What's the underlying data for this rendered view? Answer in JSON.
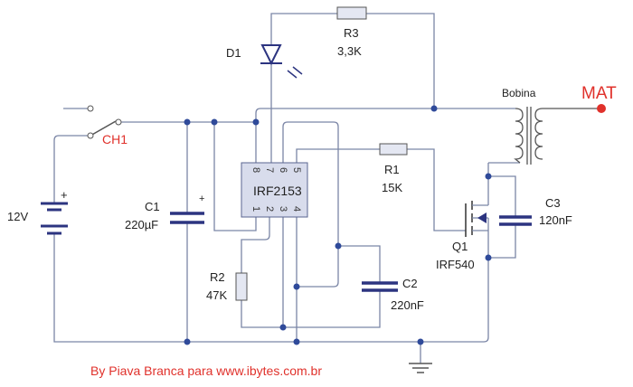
{
  "labels": {
    "d1": "D1",
    "r3": "R3",
    "r3v": "3,3K",
    "bobina": "Bobina",
    "mat": "MAT",
    "ch1": "CH1",
    "v12": "12V",
    "c1": "C1",
    "c1v": "220µF",
    "ic": "IRF2153",
    "r1": "R1",
    "r1v": "15K",
    "c3": "C3",
    "c3v": "120nF",
    "q1": "Q1",
    "q1v": "IRF540",
    "r2": "R2",
    "r2v": "47K",
    "c2": "C2",
    "c2v": "220nF",
    "plus": "+"
  },
  "pins": {
    "top": [
      "8",
      "7",
      "6",
      "5"
    ],
    "bottom": [
      "1",
      "2",
      "3",
      "4"
    ]
  },
  "credit": "By Piava Branca para www.ibytes.com.br",
  "colors": {
    "wire": "#7b86a6",
    "component": "#2c3480",
    "accent": "#e0312b"
  }
}
